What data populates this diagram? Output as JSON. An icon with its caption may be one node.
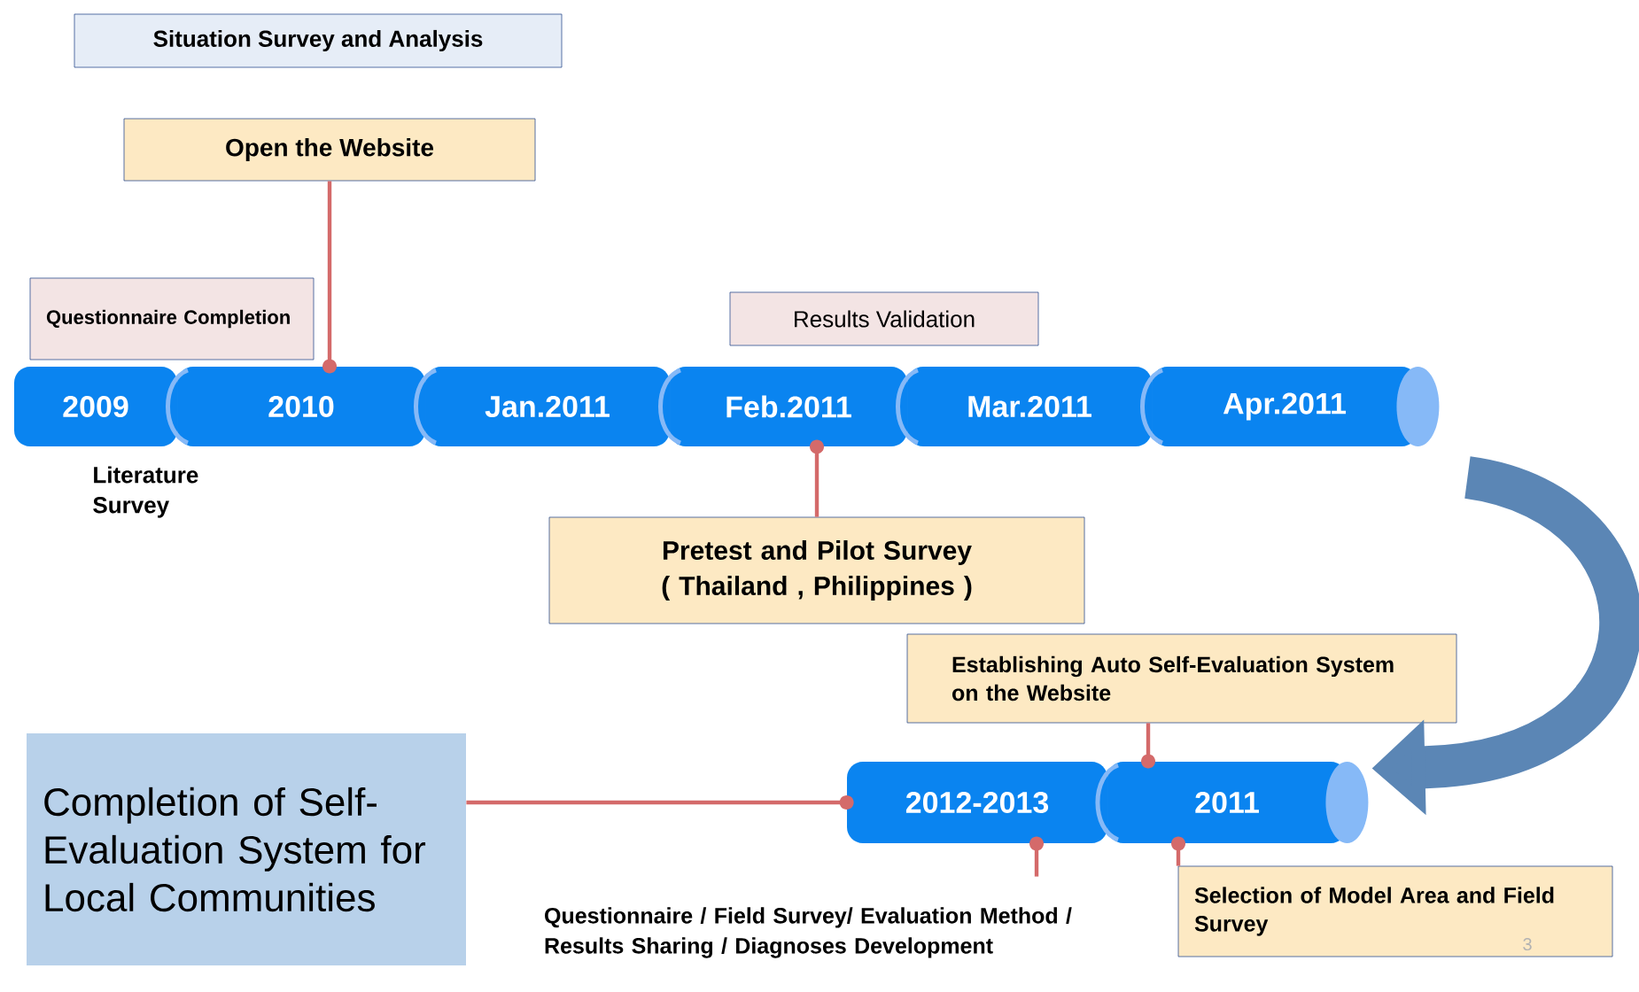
{
  "diagram": {
    "nodes": [
      {
        "text": [
          "Situation Survey and Analysis"
        ]
      },
      {
        "text": [
          "Open the Website"
        ]
      },
      {
        "text": [
          "Questionnaire Completion"
        ]
      },
      {
        "text": [
          "Results Validation"
        ]
      },
      {
        "text": [
          "2009"
        ]
      },
      {
        "text": [
          "2010"
        ]
      },
      {
        "text": [
          "Jan.2011"
        ]
      },
      {
        "text": [
          "Feb.2011"
        ]
      },
      {
        "text": [
          "Mar.2011"
        ]
      },
      {
        "text": [
          "Apr.2011"
        ]
      },
      {
        "text": [
          "Pretest and Pilot Survey ( Thailand , Philippines )"
        ]
      },
      {
        "text": [
          "Establishing Auto Self-Evaluation System on the Website"
        ]
      },
      {
        "text": [
          "Completion of Self-Evaluation System for Local Communities"
        ]
      },
      {
        "text": [
          "2012-2013"
        ]
      },
      {
        "text": [
          "2011"
        ]
      },
      {
        "text": [
          "Selection of Model Area and Field Survey"
        ]
      },
      {
        "text": [
          "Questionnaire / Field Survey/ Evaluation Method / Results Sharing / Diagnoses Development"
        ]
      }
    ],
    "edges": [
      {
        "from": 1,
        "to": 5,
        "arrow": "other"
      },
      {
        "from": 10,
        "to": 7,
        "arrow": "other"
      },
      {
        "from": 9,
        "to": 14,
        "arrow": "to",
        "style": "thick",
        "color": "#5b86b5"
      },
      {
        "from": 11,
        "to": 14,
        "arrow": "other"
      },
      {
        "from": 12,
        "to": 13,
        "arrow": "other"
      },
      {
        "from": 16,
        "to": 13,
        "arrow": "other"
      },
      {
        "from": 15,
        "to": 14,
        "arrow": "other"
      }
    ],
    "labels": [
      "Literature Survey",
      "3"
    ]
  }
}
